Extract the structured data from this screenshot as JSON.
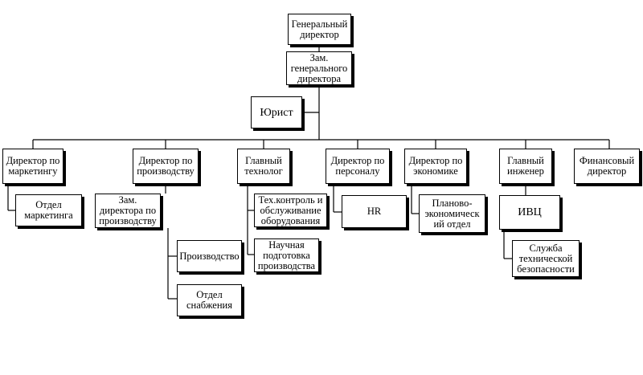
{
  "nodes": {
    "ceo": "Генеральный\nдиректор",
    "deputy_ceo": "Зам.\nгенерального\nдиректора",
    "lawyer": "Юрист",
    "dir_marketing": "Директор по\nмаркетингу",
    "dir_production": "Директор по\nпроизводству",
    "chief_technologist": "Главный\nтехнолог",
    "dir_personnel": "Директор по\nперсоналу",
    "dir_economics": "Директор по\nэкономике",
    "chief_engineer": "Главный\nинженер",
    "financial_director": "Финансовый\nдиректор",
    "marketing_dept": "Отдел\nмаркетинга",
    "deputy_production": "Зам.\nдиректора по\nпроизводству",
    "production": "Производство",
    "supply_dept": "Отдел\nснабжения",
    "tech_control": "Тех.контроль и\nобслуживание\nоборудования",
    "scientific_prep": "Научная\nподготовка\nпроизводства",
    "hr": "HR",
    "planning_econ": "Планово-\nэкономическ\nий отдел",
    "ivc": "ИВЦ",
    "security_service": "Служба\nтехнической\nбезопасности"
  }
}
